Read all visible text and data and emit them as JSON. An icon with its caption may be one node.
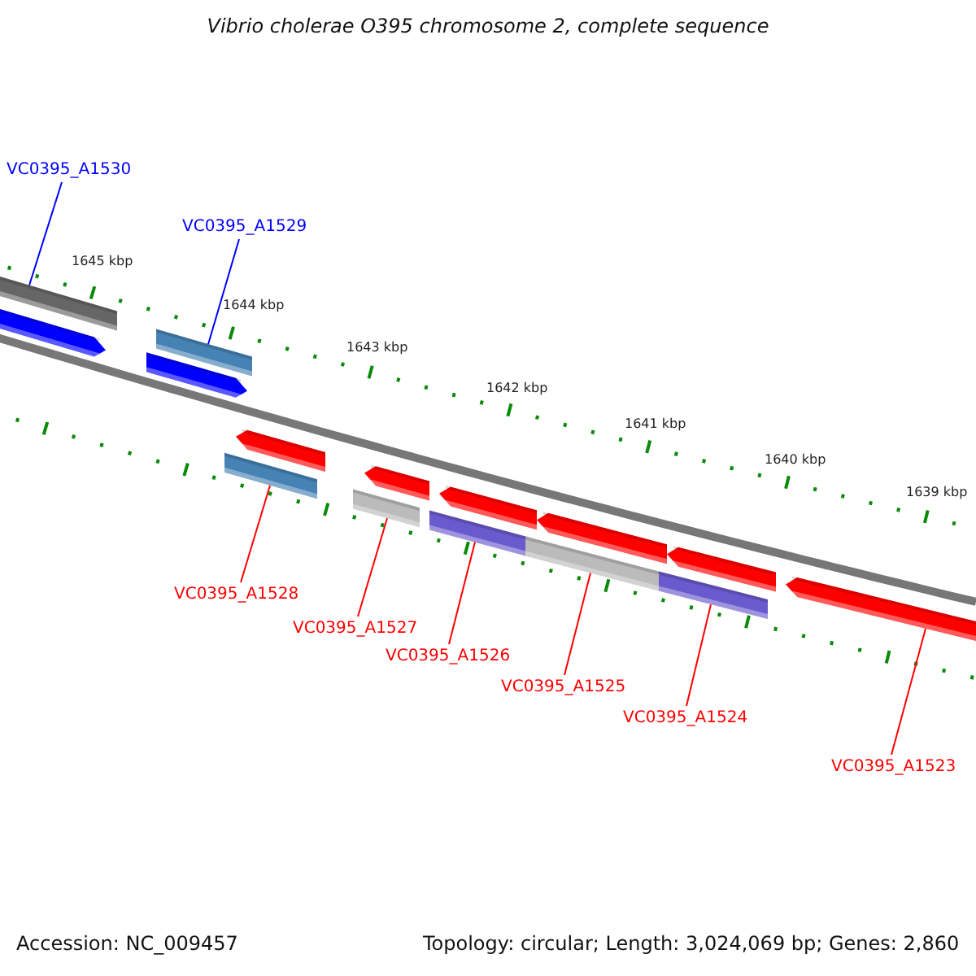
{
  "diagram": {
    "title": "Vibrio cholerae O395 chromosome 2, complete sequence",
    "nodes": [
      {
        "text": [
          "VC0395_A1530"
        ]
      },
      {
        "text": [
          "VC0395_A1529"
        ]
      },
      {
        "text": [
          "VC0395_A1528"
        ]
      },
      {
        "text": [
          "VC0395_A1527"
        ]
      },
      {
        "text": [
          "VC0395_A1526"
        ]
      },
      {
        "text": [
          "VC0395_A1525"
        ]
      },
      {
        "text": [
          "VC0395_A1524"
        ]
      },
      {
        "text": [
          "VC0395_A1523"
        ]
      },
      {
        "text": [],
        "shape": "bar"
      },
      {
        "text": [],
        "shape": "arrow"
      },
      {
        "text": [],
        "shape": "arrow"
      },
      {
        "text": [],
        "shape": "bar"
      },
      {
        "text": [],
        "shape": "bar"
      },
      {
        "text": [],
        "shape": "arrow"
      },
      {
        "text": [],
        "shape": "bar"
      },
      {
        "text": [],
        "shape": "arrow"
      },
      {
        "text": [],
        "shape": "bar"
      },
      {
        "text": [],
        "shape": "arrow"
      },
      {
        "text": [],
        "shape": "bar"
      },
      {
        "text": [],
        "shape": "arrow"
      },
      {
        "text": [],
        "shape": "bar"
      },
      {
        "text": [],
        "shape": "arrow"
      },
      {
        "text": [],
        "shape": "arrow"
      }
    ],
    "edges": [
      {
        "from": 0,
        "to": 8,
        "arrow": "none",
        "color": "#0000ff"
      },
      {
        "from": 1,
        "to": 11,
        "arrow": "none",
        "color": "#0000ff"
      },
      {
        "from": 2,
        "to": 12,
        "arrow": "none"
      },
      {
        "from": 3,
        "to": 14,
        "arrow": "none"
      },
      {
        "from": 4,
        "to": 16,
        "arrow": "none"
      },
      {
        "from": 5,
        "to": 18,
        "arrow": "none"
      },
      {
        "from": 6,
        "to": 20,
        "arrow": "none"
      },
      {
        "from": 7,
        "to": 22,
        "arrow": "none"
      }
    ],
    "labels": [
      "1645 kbp",
      "1644 kbp",
      "1643 kbp",
      "1642 kbp",
      "1641 kbp",
      "1640 kbp",
      "1639 kbp",
      "Accession: NC_009457",
      "Topology: circular; Length: 3,024,069 bp; Genes: 2,860"
    ]
  }
}
